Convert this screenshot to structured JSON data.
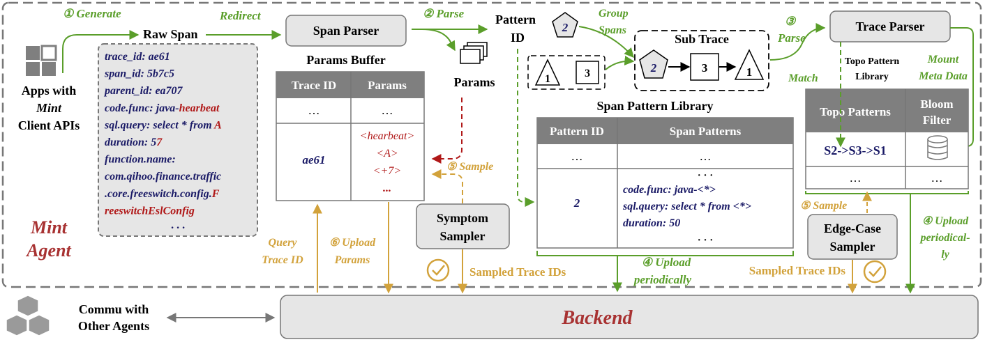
{
  "agent": {
    "line1": "Mint",
    "line2": "Agent"
  },
  "steps": {
    "generate": "① Generate",
    "redirect": "Redirect",
    "parse1": "② Parse",
    "group1": "Group",
    "group2": "Spans",
    "parse2a": "③",
    "parse2b": "Parse",
    "match": "Match",
    "mount1": "Mount",
    "mount2": "Meta Data",
    "sample_sym": "⑤ Sample",
    "sample_edge": "⑤ Sample",
    "upload_params1": "⑥ Upload",
    "upload_params2": "Params",
    "query1": "Query",
    "query2": "Trace ID",
    "upload_lib1": "④ Upload",
    "upload_lib2": "periodically",
    "upload_topo1": "④ Upload",
    "upload_topo2": "periodical-",
    "upload_topo3": "ly",
    "sampled_ids_1": "Sampled Trace IDs",
    "sampled_ids_2": "Sampled Trace IDs"
  },
  "apps": {
    "line1": "Apps with",
    "line2": "Mint",
    "line3": "Client APIs"
  },
  "raw_span": {
    "title": "Raw Span",
    "lines": [
      {
        "a": "trace_id: ae61",
        "b": ""
      },
      {
        "a": "span_id: 5b7c5",
        "b": ""
      },
      {
        "a": "parent_id: ea707",
        "b": ""
      },
      {
        "a": "code.func: java-",
        "b": "hearbeat"
      },
      {
        "a": "sql.query: select * from ",
        "b": "A"
      },
      {
        "a": "duration: 5",
        "b": "7"
      },
      {
        "a": "function.name:",
        "b": ""
      },
      {
        "a": "com.qihoo.finance.traffic",
        "b": ""
      },
      {
        "a": ".core.freeswitch.config.",
        "b": "F"
      },
      {
        "a": "",
        "b": "reeswitchEslConfig"
      },
      {
        "a": "· · ·",
        "b": ""
      }
    ]
  },
  "span_parser": "Span Parser",
  "params_buffer": {
    "title": "Params Buffer",
    "headers": [
      "Trace ID",
      "Params"
    ],
    "row1": [
      "…",
      "…"
    ],
    "trace_id": "ae61",
    "params": [
      "<hearbeat>",
      "<A>",
      "<+7>",
      "..."
    ]
  },
  "params_label": "Params",
  "pattern_id": {
    "line1": "Pattern",
    "line2": "ID",
    "node": "2"
  },
  "sub_trace": {
    "title": "Sub Trace",
    "nodes": [
      "2",
      "3",
      "1"
    ]
  },
  "single_nodes": [
    "1",
    "3"
  ],
  "span_pattern_library": {
    "title": "Span Pattern Library",
    "headers": [
      "Pattern ID",
      "Span Patterns"
    ],
    "row1": [
      "…",
      "…"
    ],
    "dots_top": "· · ·",
    "id": "2",
    "patterns": [
      "code.func: java-<*>",
      "sql.query: select * from <*>",
      "duration: 50"
    ],
    "dots_bottom": "· · ·"
  },
  "trace_parser": "Trace Parser",
  "topo_library": {
    "title1": "Topo Pattern",
    "title2": "Library",
    "headers": [
      "Topo Patterns",
      "Bloom",
      "Filter"
    ],
    "value": "S2->S3->S1",
    "row2": [
      "…",
      "…"
    ]
  },
  "symptom_sampler": {
    "line1": "Symptom",
    "line2": "Sampler"
  },
  "edge_sampler": {
    "line1": "Edge-Case",
    "line2": "Sampler"
  },
  "commu": {
    "line1": "Commu with",
    "line2": "Other Agents"
  },
  "backend": "Backend",
  "colors": {
    "green": "#5a9e2a",
    "gold": "#d2a23b",
    "red": "#b01818",
    "navy": "#1a1a66",
    "maroon": "#a83232",
    "header": "#7f7f7f",
    "box": "#e6e6e6"
  }
}
